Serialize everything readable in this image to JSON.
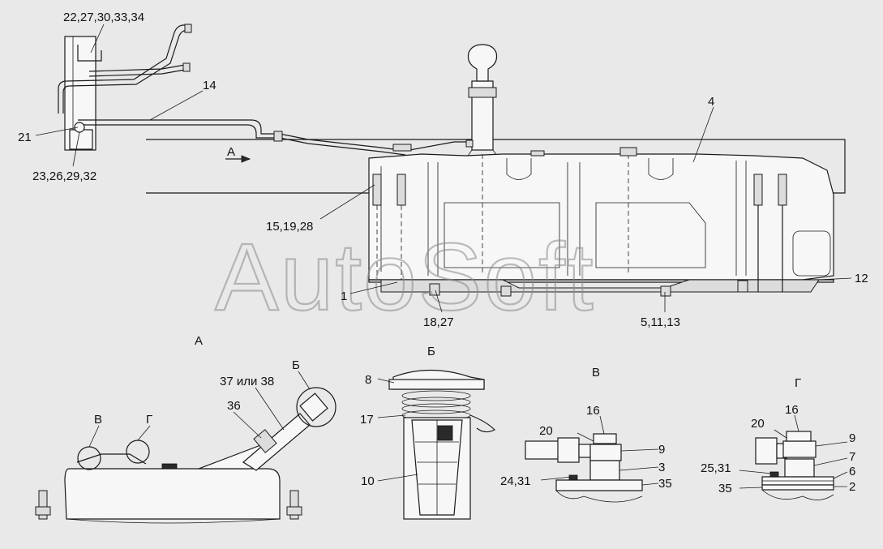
{
  "watermark": "AutoSoft",
  "views": {
    "a": "А",
    "b": "Б",
    "v": "В",
    "g": "Г"
  },
  "main_labels": {
    "l_22": "22,27,30,33,34",
    "l_14": "14",
    "l_21": "21",
    "l_23": "23,26,29,32",
    "l_arrow_a": "А",
    "l_4": "4",
    "l_15": "15,19,28",
    "l_1": "1",
    "l_18": "18,27",
    "l_5": "5,11,13",
    "l_12": "12"
  },
  "view_a_labels": {
    "l_v": "В",
    "l_g": "Г",
    "l_36": "36",
    "l_37": "37 или 38",
    "l_b": "Б"
  },
  "view_b_labels": {
    "l_8": "8",
    "l_17": "17",
    "l_10": "10"
  },
  "view_v_labels": {
    "l_16": "16",
    "l_20": "20",
    "l_9": "9",
    "l_3": "3",
    "l_24": "24,31",
    "l_35": "35"
  },
  "view_g_labels": {
    "l_16": "16",
    "l_20": "20",
    "l_9": "9",
    "l_7": "7",
    "l_25": "25,31",
    "l_6": "6",
    "l_35": "35",
    "l_2": "2"
  }
}
